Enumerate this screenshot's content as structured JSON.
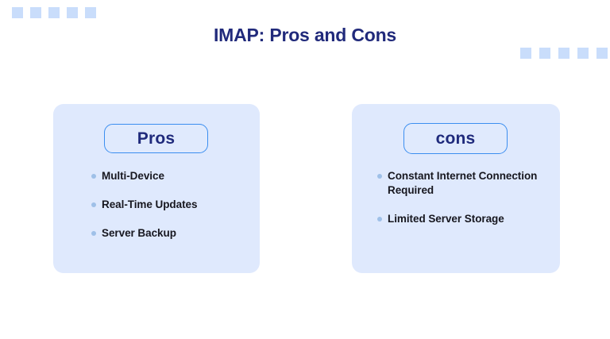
{
  "slide": {
    "title": "IMAP: Pros and Cons",
    "background_color": "#ffffff",
    "title_color": "#212a7b"
  },
  "decor": {
    "square_color": "#c9ddfb",
    "top_left_squares": [
      "square",
      "square",
      "square",
      "square",
      "square"
    ],
    "top_right_squares": [
      "square",
      "square",
      "square",
      "square",
      "square"
    ]
  },
  "cards": {
    "pros": {
      "badge": "Pros",
      "badge_border_color": "#3b8ef0",
      "badge_text_color": "#1f2a7c",
      "card_color": "#dfe9fd",
      "bullet_color": "#9fc0e8",
      "items": [
        "Multi-Device",
        "Real-Time Updates",
        "Server Backup"
      ]
    },
    "cons": {
      "badge": "cons",
      "badge_border_color": "#3b8ef0",
      "badge_text_color": "#1f2a7c",
      "card_color": "#dfe9fd",
      "bullet_color": "#9fc0e8",
      "items": [
        "Constant Internet Connection Required",
        "Limited Server Storage"
      ]
    }
  }
}
